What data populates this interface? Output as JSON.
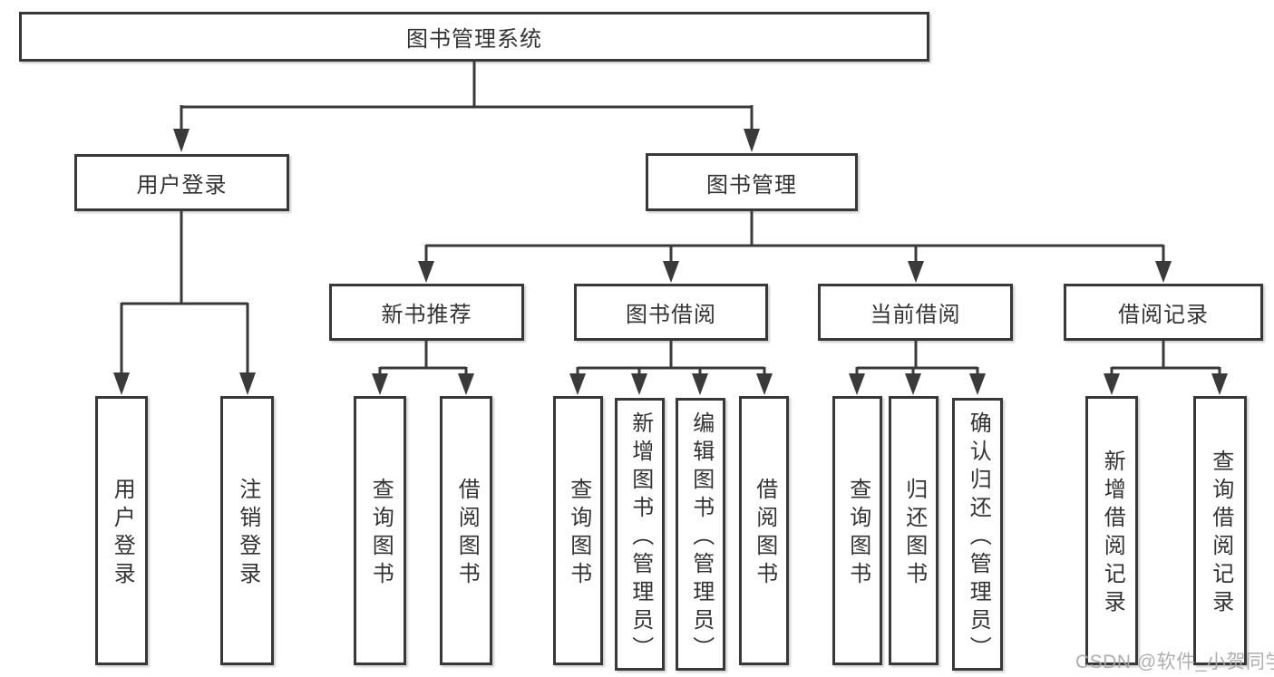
{
  "page": {
    "background": "#ffffff"
  },
  "style": {
    "line_color": "#3a3a3a",
    "text_color": "#333333",
    "box_background": "#ffffff",
    "watermark_color": "#a8a8a8"
  },
  "watermark": {
    "text": "CSDN @软件_小贺同学"
  },
  "diagram": {
    "type": "hierarchy-tree",
    "root": {
      "label": "图书管理系统",
      "children": [
        {
          "label": "用户登录",
          "children": [
            {
              "label": "用户登录"
            },
            {
              "label": "注销登录"
            }
          ]
        },
        {
          "label": "图书管理",
          "children": [
            {
              "label": "新书推荐",
              "children": [
                {
                  "label": "查询图书"
                },
                {
                  "label": "借阅图书"
                }
              ]
            },
            {
              "label": "图书借阅",
              "children": [
                {
                  "label": "查询图书"
                },
                {
                  "label": "新增图书（管理员）"
                },
                {
                  "label": "编辑图书（管理员）"
                },
                {
                  "label": "借阅图书"
                }
              ]
            },
            {
              "label": "当前借阅",
              "children": [
                {
                  "label": "查询图书"
                },
                {
                  "label": "归还图书"
                },
                {
                  "label": "确认归还（管理员）"
                }
              ]
            },
            {
              "label": "借阅记录",
              "children": [
                {
                  "label": "新增借阅记录"
                },
                {
                  "label": "查询借阅记录"
                }
              ]
            }
          ]
        }
      ]
    }
  }
}
